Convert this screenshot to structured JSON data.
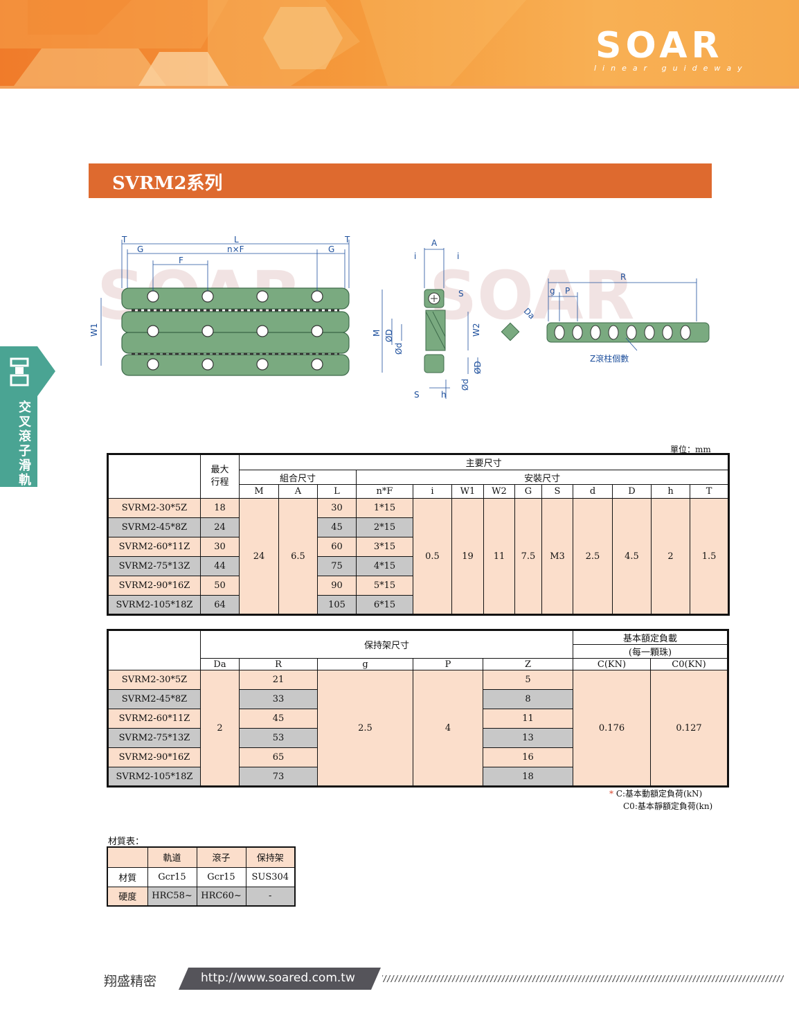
{
  "brand": {
    "logo": "SOAR",
    "tagline": "linear guideway"
  },
  "section_title": "SVRM2系列",
  "side_tab": {
    "label_chars": [
      "交",
      "叉",
      "滾",
      "子",
      "滑",
      "軌"
    ]
  },
  "drawing_labels": {
    "T": "T",
    "L": "L",
    "G": "G",
    "nF": "n×F",
    "F": "F",
    "W1": "W1",
    "A": "A",
    "i": "i",
    "S": "S",
    "M": "M",
    "D": "ØD",
    "d": "Ød",
    "W2": "W2",
    "h": "h",
    "R": "R",
    "g": "g",
    "P": "P",
    "Da": "Da",
    "Z": "Z滾柱個數"
  },
  "unit": "單位：mm",
  "table1": {
    "max_stroke_header": "最大\n行程",
    "main_dims": "主要尺寸",
    "assembly_dims": "組合尺寸",
    "install_dims": "安裝尺寸",
    "cols": [
      "M",
      "A",
      "L",
      "n*F",
      "i",
      "W1",
      "W2",
      "G",
      "S",
      "d",
      "D",
      "h",
      "T"
    ],
    "rows": [
      {
        "model": "SVRM2-30*5Z",
        "stroke": "18",
        "L": "30",
        "nF": "1*15"
      },
      {
        "model": "SVRM2-45*8Z",
        "stroke": "24",
        "L": "45",
        "nF": "2*15"
      },
      {
        "model": "SVRM2-60*11Z",
        "stroke": "30",
        "L": "60",
        "nF": "3*15"
      },
      {
        "model": "SVRM2-75*13Z",
        "stroke": "44",
        "L": "75",
        "nF": "4*15"
      },
      {
        "model": "SVRM2-90*16Z",
        "stroke": "50",
        "L": "90",
        "nF": "5*15"
      },
      {
        "model": "SVRM2-105*18Z",
        "stroke": "64",
        "L": "105",
        "nF": "6*15"
      }
    ],
    "shared": {
      "M": "24",
      "A": "6.5",
      "i": "0.5",
      "W1": "19",
      "W2": "11",
      "G": "7.5",
      "S": "M3",
      "d": "2.5",
      "D": "4.5",
      "h": "2",
      "T": "1.5"
    }
  },
  "table2": {
    "cage_dims": "保持架尺寸",
    "load_header": "基本額定負載",
    "load_sub": "(每一顆珠)",
    "cols": [
      "Da",
      "R",
      "g",
      "P",
      "Z",
      "C(KN)",
      "C0(KN)"
    ],
    "rows": [
      {
        "model": "SVRM2-30*5Z",
        "R": "21",
        "Z": "5"
      },
      {
        "model": "SVRM2-45*8Z",
        "R": "33",
        "Z": "8"
      },
      {
        "model": "SVRM2-60*11Z",
        "R": "45",
        "Z": "11"
      },
      {
        "model": "SVRM2-75*13Z",
        "R": "53",
        "Z": "13"
      },
      {
        "model": "SVRM2-90*16Z",
        "R": "65",
        "Z": "16"
      },
      {
        "model": "SVRM2-105*18Z",
        "R": "73",
        "Z": "18"
      }
    ],
    "shared": {
      "Da": "2",
      "g": "2.5",
      "P": "4",
      "C": "0.176",
      "C0": "0.127"
    }
  },
  "notes": {
    "star": "*",
    "c_note": "C:基本動額定負荷(kN)",
    "c0_note": "C0:基本靜額定負荷(kn)"
  },
  "materials": {
    "title": "材質表：",
    "headers": [
      "軌道",
      "滾子",
      "保持架"
    ],
    "rows": [
      {
        "label": "材質",
        "values": [
          "Gcr15",
          "Gcr15",
          "SUS304"
        ]
      },
      {
        "label": "硬度",
        "values": [
          "HRC58~",
          "HRC60~",
          "-"
        ]
      }
    ]
  },
  "footer": {
    "brand": "翔盛精密",
    "url": "http://www.soared.com.tw"
  }
}
